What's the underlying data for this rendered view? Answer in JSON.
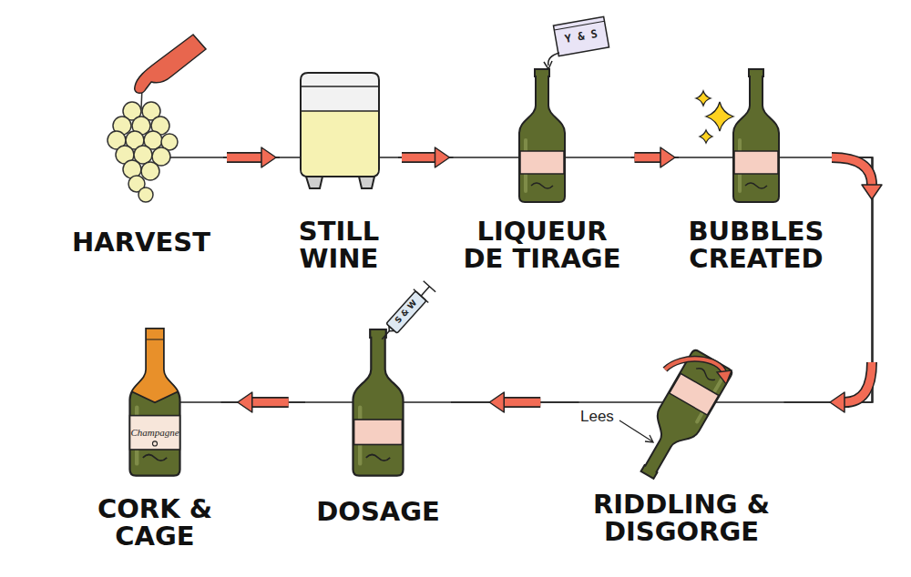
{
  "diagram": {
    "nodes": [
      {
        "text": [
          "HARVEST"
        ]
      },
      {
        "text": [
          "STILL WINE"
        ]
      },
      {
        "text": [
          "LIQUEUR DE TIRAGE"
        ]
      },
      {
        "text": [
          "BUBBLES CREATED"
        ]
      },
      {
        "text": [
          "RIDDLING & DISGORGE"
        ]
      },
      {
        "text": [
          "DOSAGE"
        ]
      },
      {
        "text": [
          "CORK & CAGE"
        ]
      }
    ],
    "edges": [
      {
        "from": 0,
        "to": 1,
        "arrow": "to"
      },
      {
        "from": 1,
        "to": 2,
        "arrow": "to"
      },
      {
        "from": 2,
        "to": 3,
        "arrow": "to"
      },
      {
        "from": 3,
        "to": 4,
        "arrow": "to"
      },
      {
        "from": 4,
        "to": 5,
        "arrow": "to"
      },
      {
        "from": 5,
        "to": 6,
        "arrow": "to"
      }
    ],
    "labels": [
      "Y & S",
      "Lees",
      "S & W",
      "Champagne"
    ]
  }
}
